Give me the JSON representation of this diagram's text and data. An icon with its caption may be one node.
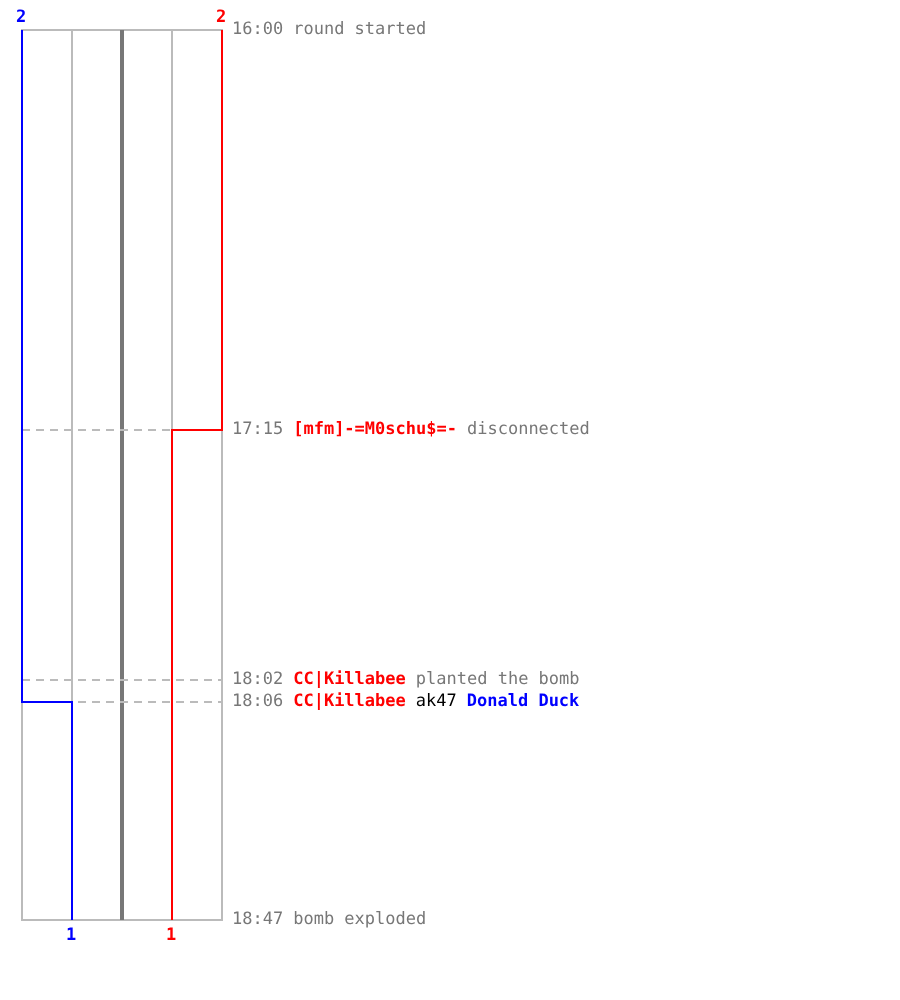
{
  "diagram": {
    "labels": [
      "2",
      "2",
      "16:00",
      "round started",
      "17:15",
      "[mfm]-=M0schu$=-",
      "disconnected",
      "18:02",
      "CC|Killabee",
      "planted the bomb",
      "18:06",
      "CC|Killabee",
      "ak47",
      "Donald Duck",
      "18:47",
      "bomb exploded",
      "1",
      "1"
    ]
  }
}
